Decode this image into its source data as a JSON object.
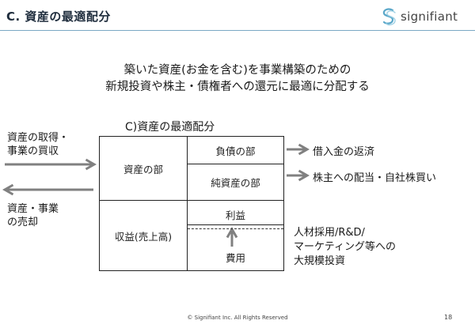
{
  "header": {
    "title": "C. 資産の最適配分",
    "logo_text": "signifiant",
    "logo_icon": "signifiant-s-logo-icon"
  },
  "lead": {
    "line1": "築いた資産(お金を含む)を事業構築のための",
    "line2": "新規投資や株主・債権者への還元に最適に分配する"
  },
  "diagram": {
    "caption": "C)資産の最適配分",
    "cells": {
      "assets": "資産の部",
      "liabilities": "負債の部",
      "net_assets": "純資産の部",
      "revenue": "収益(売上高)",
      "profit": "利益",
      "expenses": "費用"
    },
    "left_in": [
      "資産の取得・",
      "事業の買収"
    ],
    "left_out": [
      "資産・事業",
      "の売却"
    ],
    "right_liabilities": "借入金の返済",
    "right_net_assets": "株主への配当・自社株買い",
    "note": [
      "人材採用/R&D/",
      "マーケティング等への",
      "大規模投資"
    ],
    "colors": {
      "arrow": "#808080",
      "border": "#222222",
      "accent_line": "#7aa8c4"
    }
  },
  "footer": {
    "copyright": "© Signifiant Inc. All Rights Reserved",
    "page": "18"
  }
}
